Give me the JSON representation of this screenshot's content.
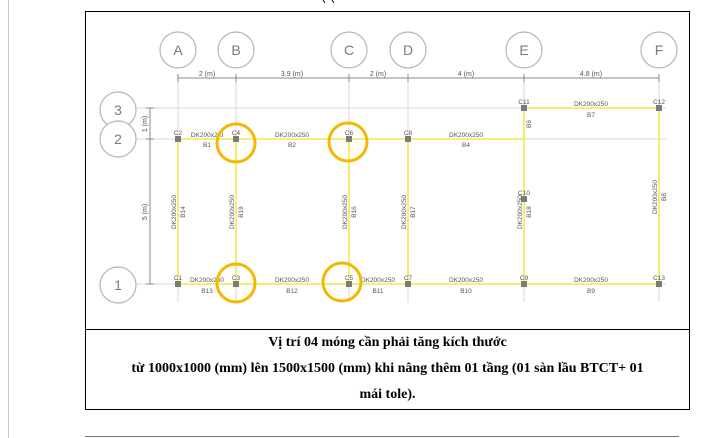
{
  "plan": {
    "axes_letters": [
      "A",
      "B",
      "C",
      "D",
      "E",
      "F"
    ],
    "axes_numbers": [
      "3",
      "2",
      "1"
    ],
    "dims_x": [
      "2 (m)",
      "3.9 (m)",
      "2 (m)",
      "4 (m)",
      "4.8 (m)"
    ],
    "dims_y": [
      "1 (m)",
      "5 (m)"
    ],
    "columns": [
      "C11",
      "C12",
      "C2",
      "C4",
      "C6",
      "C8",
      "C10",
      "C1",
      "C3",
      "C5",
      "C7",
      "C9",
      "C13"
    ],
    "beam_type": "DK200x250",
    "beam_type_short": "DK200x2 0",
    "beams": [
      "B7",
      "B1",
      "B2",
      "B4",
      "B6",
      "B13",
      "B12",
      "B11",
      "B10",
      "B9",
      "B14",
      "B19",
      "B16",
      "B17",
      "B18",
      "B8"
    ],
    "highlight_color": "#f5b800",
    "beam_color": "#f2e94b"
  },
  "caption": {
    "line1": "Vị trí 04 móng cần phải tăng kích thước",
    "line2": "từ 1000x1000 (mm) lên 1500x1500 (mm) khi nâng thêm 01 tầng (01 sàn lầu BTCT+ 01",
    "line3": "mái tole)."
  }
}
